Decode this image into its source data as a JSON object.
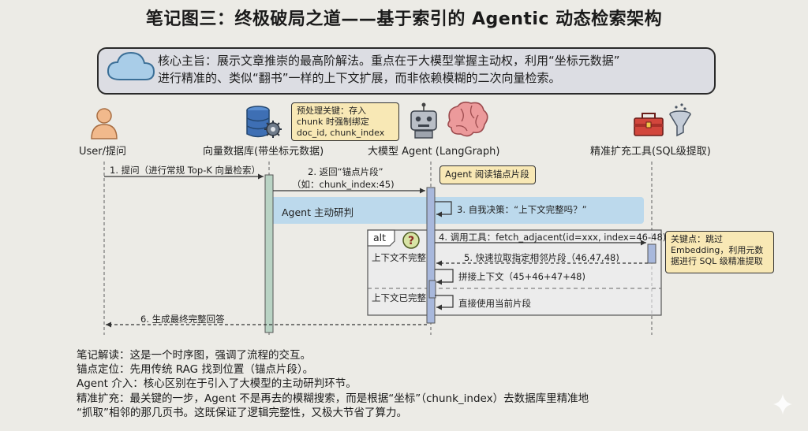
{
  "title": "笔记图三：终极破局之道——基于索引的 Agentic 动态检索架构",
  "summary": {
    "line1": "核心主旨：展示文章推崇的最高阶解法。重点在于大模型掌握主动权，利用“坐标元数据”",
    "line2": "进行精准的、类似“翻书”一样的上下文扩展，而非依赖模糊的二次向量检索。"
  },
  "actors": {
    "user": "User/提问",
    "vectordb": "向量数据库(带坐标元数据)",
    "agent": "大模型 Agent (LangGraph)",
    "tool": "精准扩充工具(SQL级提取)"
  },
  "notes": {
    "preprocess": [
      "预处理关键：存入",
      "chunk 时强制绑定",
      "doc_id, chunk_index"
    ],
    "agent_read": "Agent 阅读锚点片段",
    "key_point": [
      "关键点：跳过",
      "Embedding，利用元数",
      "据进行 SQL 级精准提取"
    ]
  },
  "messages": {
    "m1": "1. 提问（进行常规 Top-K 向量检索）",
    "m2a": "2. 返回“锚点片段”",
    "m2b": "（如：chunk_index:45)",
    "m3": "3. 自我决策：“上下文完整吗？”",
    "m4": "4. 调用工具：fetch_adjacent(id=xxx, index=46-48)",
    "m5": "5. 快速拉取指定相邻片段（46,47,48)",
    "m_concat": "拼接上下文（45+46+47+48)",
    "m_direct": "直接使用当前片段",
    "m6": "6. 生成最终完整回答"
  },
  "band": {
    "label": "Agent 主动研判"
  },
  "alt": {
    "keyword": "alt",
    "cond1": "上下文不完整",
    "cond2": "上下文已完整"
  },
  "bottom_notes": [
    "笔记解读：这是一个时序图，强调了流程的交互。",
    "锚点定位：先用传统 RAG 找到位置（锚点片段）。",
    "Agent 介入：核心区别在于引入了大模型的主动研判环节。",
    "精准扩充：最关键的一步，Agent 不是再去的模糊搜索，而是根据“坐标”（chunk_index）去数据库里精准地",
    "“抓取”相邻的那几页书。这既保证了逻辑完整性，又极大节省了算力。"
  ],
  "icons": [
    "cloud-icon",
    "user-icon",
    "database-gear-icon",
    "robot-icon",
    "brain-icon",
    "toolbox-icon",
    "funnel-icon",
    "question-icon",
    "sparkle-icon"
  ],
  "colors": {
    "band": "#bcd9ec",
    "note": "#f8e8b5",
    "lifeline_activation": "#a8b8dc",
    "db_activation": "#b9d3c4",
    "user": "#f1b98c",
    "db": "#3e6fb4"
  }
}
